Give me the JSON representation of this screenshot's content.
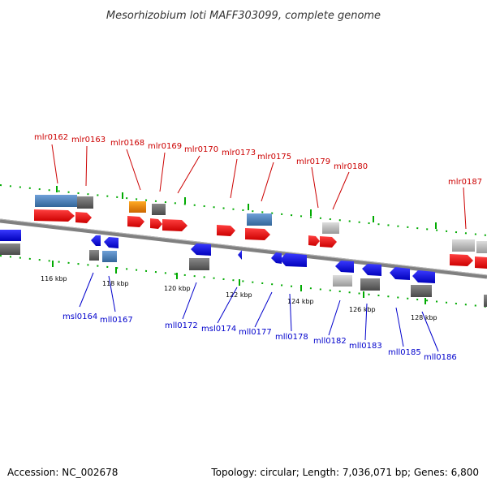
{
  "title": "Mesorhizobium loti MAFF303099, complete genome",
  "footer": {
    "accession": "Accession: NC_002678",
    "summary": "Topology: circular; Length: 7,036,071 bp; Genes: 6,800"
  },
  "scale_ticks": [
    "116 kbp",
    "118 kbp",
    "120 kbp",
    "122 kbp",
    "124 kbp",
    "126 kbp",
    "128 kbp"
  ],
  "top_labels": [
    "mlr0162",
    "mlr0163",
    "mlr0168",
    "mlr0169",
    "mlr0170",
    "mlr0173",
    "mlr0175",
    "mlr0179",
    "mlr0180",
    "mlr0187"
  ],
  "bottom_labels": [
    "msl0164",
    "mll0167",
    "mll0172",
    "msl0174",
    "mll0177",
    "mll0178",
    "mll0182",
    "mll0183",
    "mll0185",
    "mll0186"
  ],
  "colors": {
    "forward": "#ee0000",
    "reverse": "#0000ee",
    "gray": "#666666",
    "light": "#bbbbbb",
    "steel": "#4f86c6",
    "orange": "#ee8800",
    "backbone": "#808080",
    "dots": "#00aa00"
  }
}
